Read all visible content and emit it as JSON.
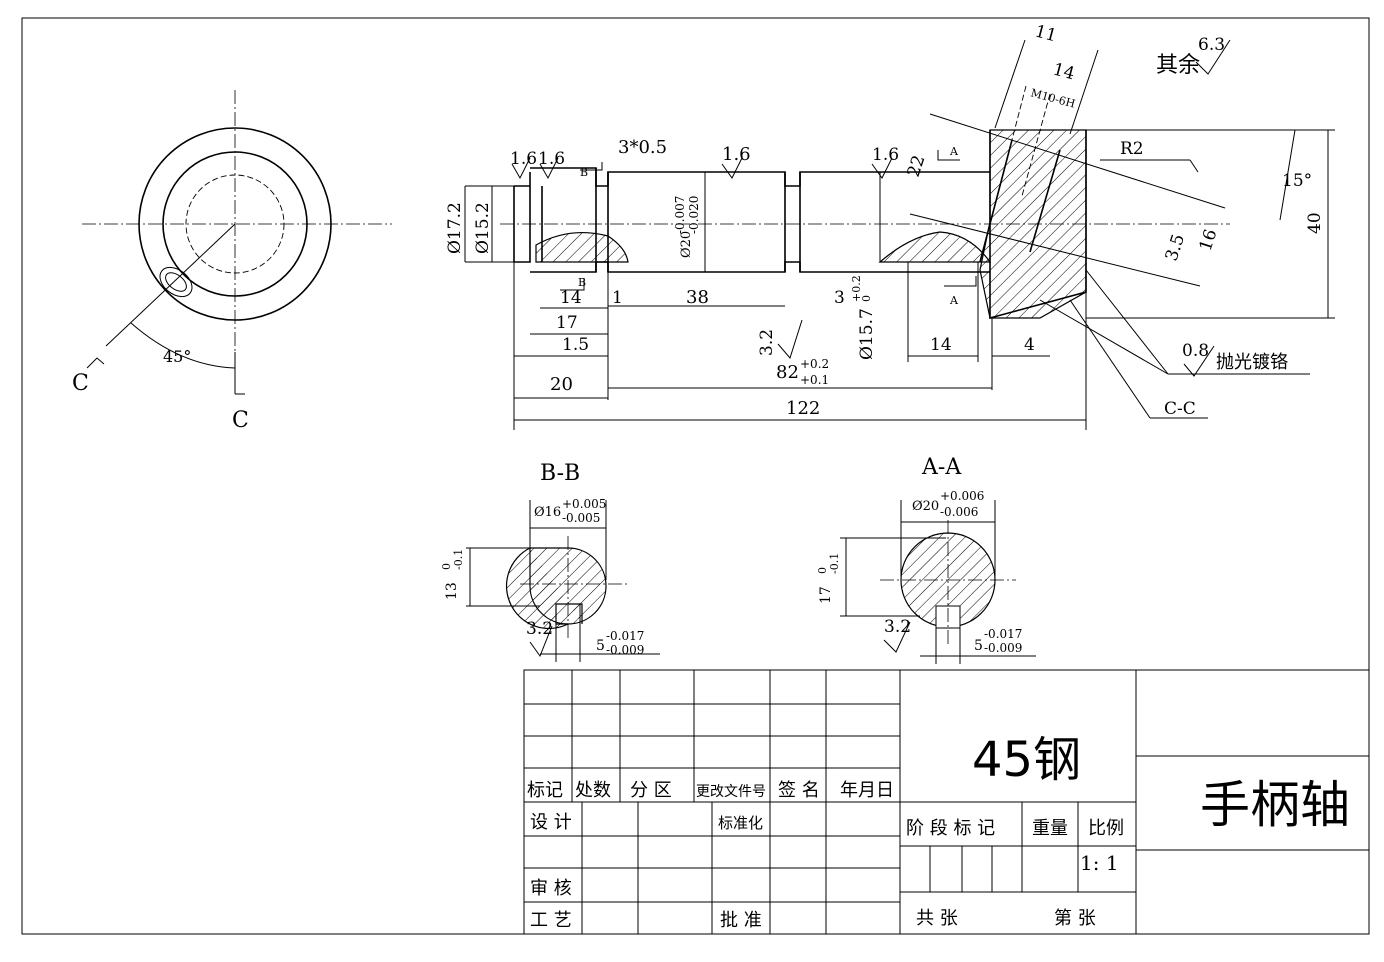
{
  "views": {
    "end_view": {
      "section_mark_left": "C",
      "section_mark_bottom": "C",
      "angle": "45°"
    },
    "main_view": {
      "labels": [
        "Ø17.2",
        "Ø15.2",
        "1.6",
        "1.6",
        "B",
        "3*0.5",
        "1.6",
        "Ø20",
        "-0.007",
        "-0.020",
        "1.6",
        "A",
        "22",
        "11",
        "14",
        "M10-6H",
        "R2",
        "15°",
        "3.5",
        "16",
        "40",
        "14",
        "B",
        "1",
        "38",
        "17",
        "1.5",
        "20",
        "3",
        "+0.2",
        "0",
        "Ø15.7",
        "3.2",
        "82",
        "+0.2",
        "+0.1",
        "14",
        "A",
        "4",
        "122",
        "0.8",
        "抛光镀铬",
        "C-C"
      ],
      "surface_note": "其余",
      "surface_note_value": "6.3"
    },
    "section_bb": {
      "title": "B-B",
      "dia_base": "Ø16",
      "dia_tol_up": "+0.005",
      "dia_tol_low": "-0.005",
      "height_base": "13",
      "height_tol_up": "0",
      "height_tol_low": "-0.1",
      "rough": "3.2",
      "width_base": "5",
      "width_tol_up": "-0.017",
      "width_tol_low": "-0.009"
    },
    "section_aa": {
      "title": "A-A",
      "dia_base": "Ø20",
      "dia_tol_up": "+0.006",
      "dia_tol_low": "-0.006",
      "height_base": "17",
      "height_tol_up": "0",
      "height_tol_low": "-0.1",
      "rough": "3.2",
      "width_base": "5",
      "width_tol_up": "-0.017",
      "width_tol_low": "-0.009"
    }
  },
  "title_block": {
    "rev_headers": [
      "标记",
      "处数",
      "分 区",
      "更改文件号",
      "签 名",
      "年月日"
    ],
    "design": "设 计",
    "standardize": "标准化",
    "review": "审 核",
    "process": "工 艺",
    "approve": "批 准",
    "material": "45钢",
    "stage_mark": "阶 段 标 记",
    "weight": "重量",
    "ratio_label": "比例",
    "ratio_value": "1: 1",
    "total": "共    张",
    "sheet_no": "第    张",
    "part_name": "手柄轴"
  }
}
